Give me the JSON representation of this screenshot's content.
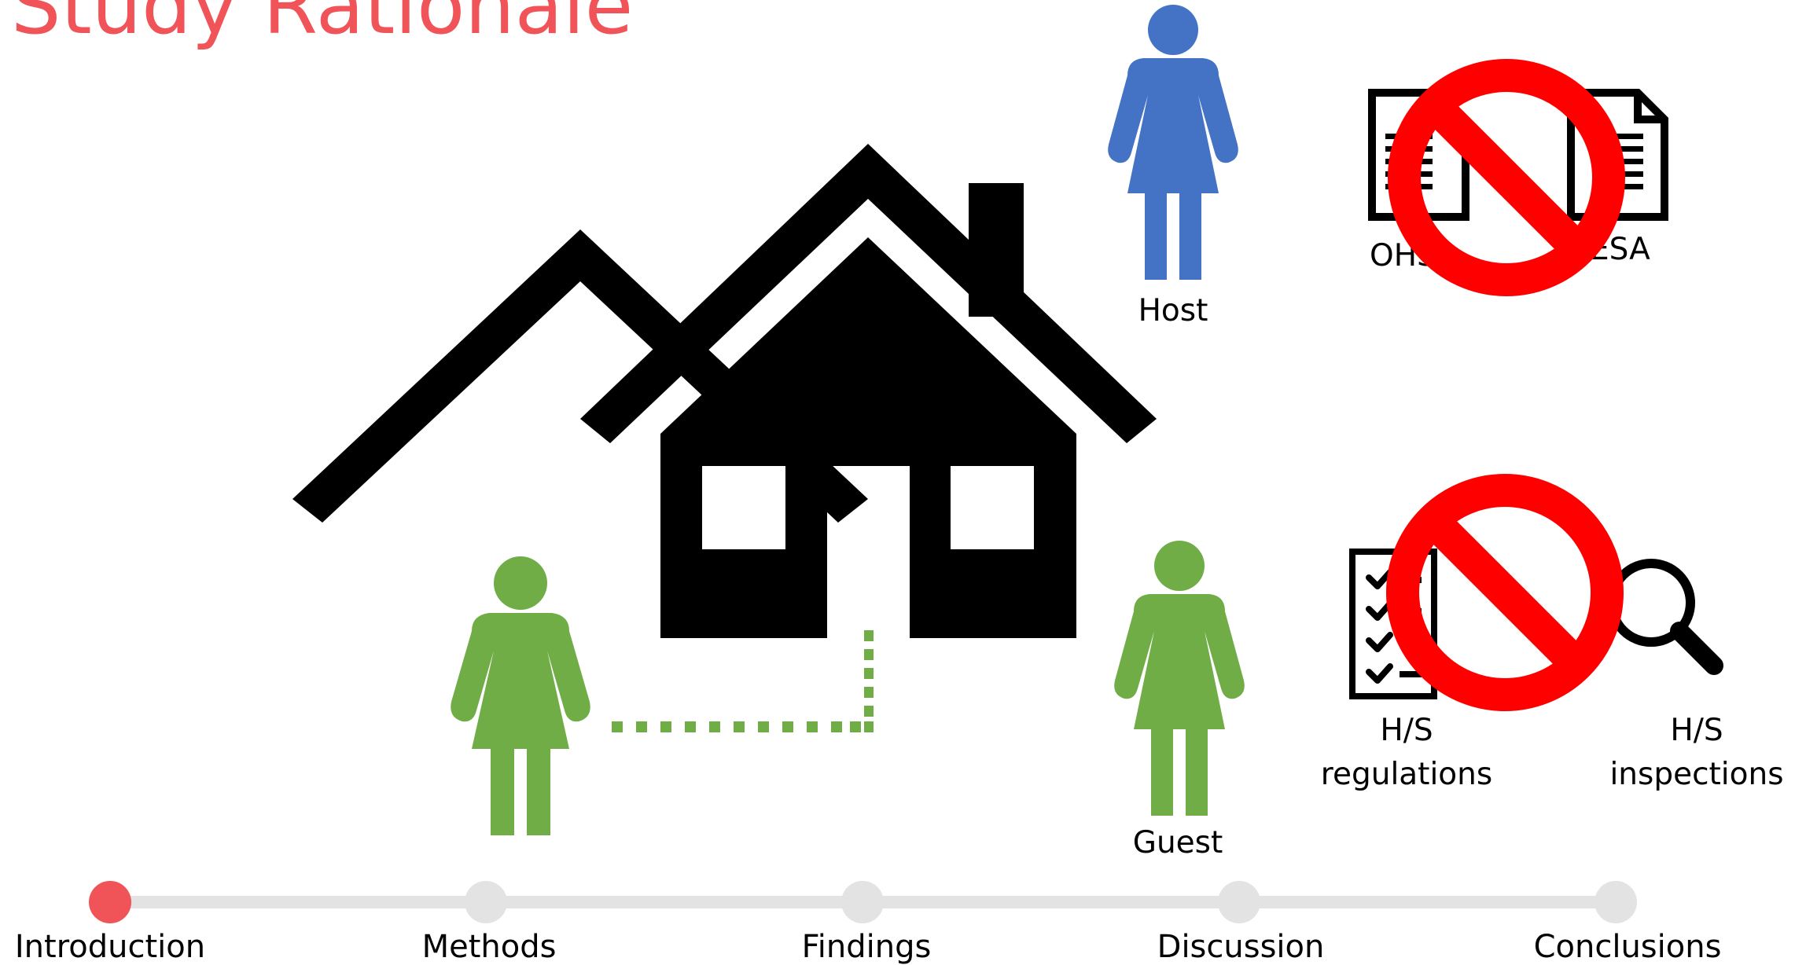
{
  "slide": {
    "title": "Study Rationale"
  },
  "people": {
    "host": {
      "label": "Host",
      "color": "#4472c4"
    },
    "guest": {
      "label": "Guest",
      "color": "#70ad47"
    },
    "resident": {
      "label": "",
      "color": "#70ad47"
    }
  },
  "prohibited": {
    "ohsa_label": "OHSA",
    "esa_label": "ESA",
    "regulations_label_line1": "H/S",
    "regulations_label_line2": "regulations",
    "inspections_label_line1": "H/S",
    "inspections_label_line2": "inspections",
    "prohibition_color": "#ff0000"
  },
  "timeline": {
    "active_color": "#f05458",
    "inactive_color": "#e3e3e3",
    "active_index": 0,
    "steps": [
      {
        "label": "Introduction"
      },
      {
        "label": "Methods"
      },
      {
        "label": "Findings"
      },
      {
        "label": "Discussion"
      },
      {
        "label": "Conclusions"
      }
    ]
  },
  "colors": {
    "title": "#f05458",
    "house": "#000000",
    "connector": "#70ad47"
  }
}
